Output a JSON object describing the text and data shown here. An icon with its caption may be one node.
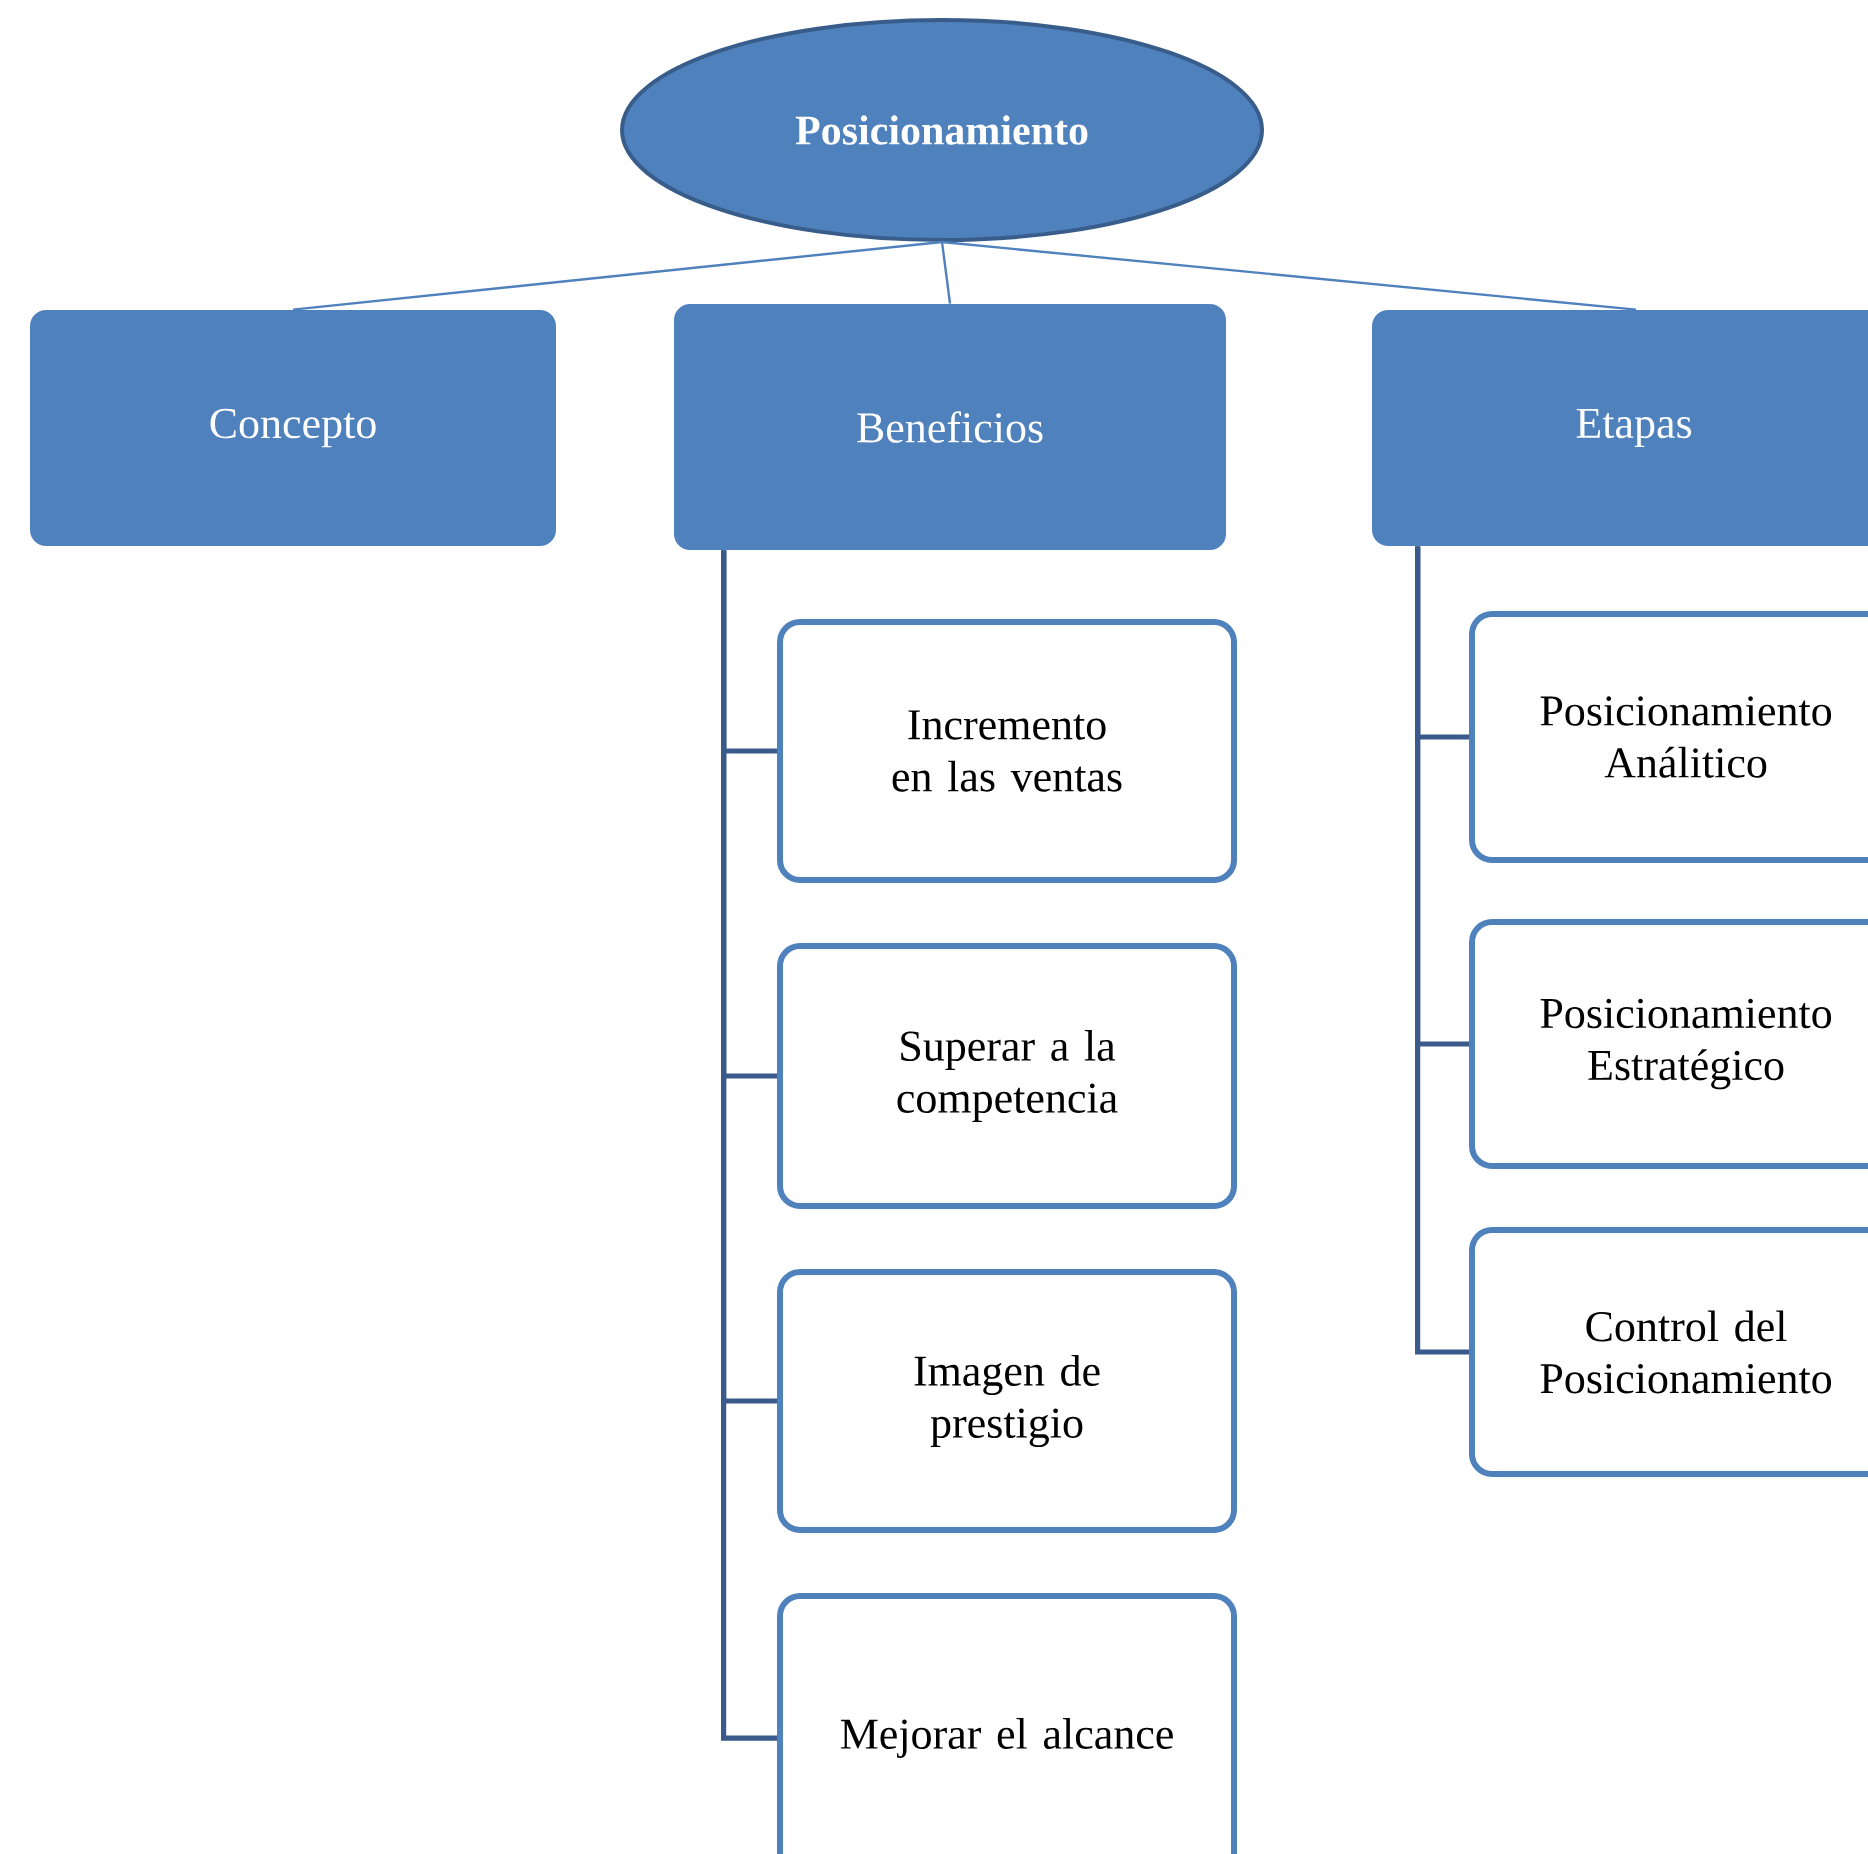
{
  "diagram": {
    "nodes": [
      {
        "text": [
          "Posicionamiento"
        ]
      },
      {
        "text": [
          "Concepto"
        ]
      },
      {
        "text": [
          "Beneficios"
        ]
      },
      {
        "text": [
          "Etapas"
        ]
      },
      {
        "text": [
          "Incremento en las ventas"
        ]
      },
      {
        "text": [
          "Superar a la competencia"
        ]
      },
      {
        "text": [
          "Imagen de prestigio"
        ]
      },
      {
        "text": [
          "Mejorar el alcance"
        ]
      },
      {
        "text": [
          "Posicionamiento Análitico"
        ]
      },
      {
        "text": [
          "Posicionamiento Estratégico"
        ]
      },
      {
        "text": [
          "Control del Posicionamiento"
        ]
      }
    ],
    "edges": [
      {
        "from": 0,
        "to": 1,
        "arrow": "none",
        "color": "#4f81bd"
      },
      {
        "from": 0,
        "to": 2,
        "arrow": "none",
        "color": "#4f81bd"
      },
      {
        "from": 0,
        "to": 3,
        "arrow": "none",
        "color": "#4f81bd"
      },
      {
        "from": 2,
        "to": 4,
        "arrow": "none"
      },
      {
        "from": 2,
        "to": 5,
        "arrow": "none"
      },
      {
        "from": 2,
        "to": 6,
        "arrow": "none"
      },
      {
        "from": 2,
        "to": 7,
        "arrow": "none"
      },
      {
        "from": 3,
        "to": 8,
        "arrow": "none"
      },
      {
        "from": 3,
        "to": 9,
        "arrow": "none"
      },
      {
        "from": 3,
        "to": 10,
        "arrow": "none"
      }
    ]
  }
}
